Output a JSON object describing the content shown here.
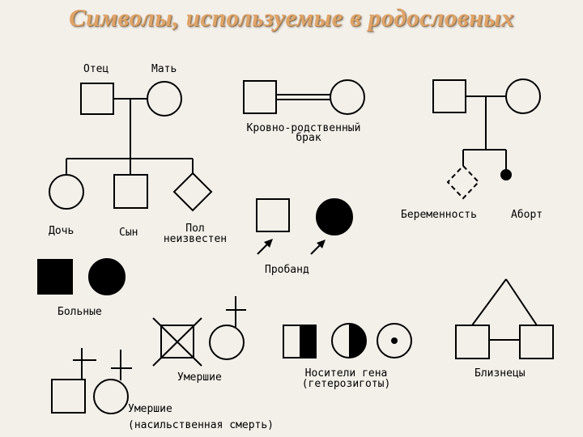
{
  "title": "Символы, используемые в родословных",
  "labels": {
    "father": "Отец",
    "mother": "Мать",
    "consanguineous_line1": "Кровно-родственный",
    "consanguineous_line2": "брак",
    "daughter": "Дочь",
    "son": "Сын",
    "sex_unknown_line1": "Пол",
    "sex_unknown_line2": "неизвестен",
    "pregnancy": "Беременность",
    "abortion": "Аборт",
    "proband": "Пробанд",
    "affected": "Больные",
    "deceased": "Умершие",
    "deceased_violent_line1": "Умершие",
    "deceased_violent_line2": "(насильственная смерть)",
    "carriers_line1": "Носители гена",
    "carriers_line2": "(гетерозиготы)",
    "twins": "Близнецы"
  }
}
